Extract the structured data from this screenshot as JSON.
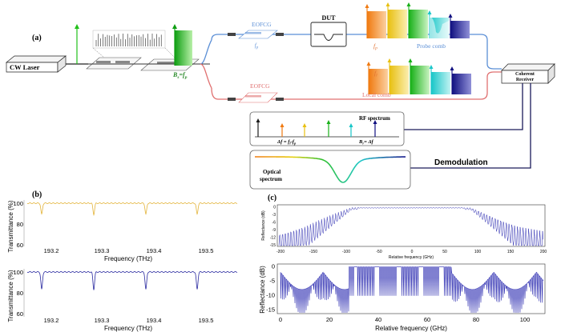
{
  "panel_a": {
    "label": "(a)",
    "cw_laser": "CW Laser",
    "bandwidth_eq": "B",
    "bandwidth_sub": "s",
    "bandwidth_rhs": "=f",
    "bandwidth_rhs_sub": "p",
    "eofcg_top": "EOFCG",
    "eofcg_bottom": "EOFCG",
    "dut": "DUT",
    "fp_label": "f",
    "fp_sub": "p",
    "fl_label": "f",
    "fl_sub": "l",
    "probe_comb": "Probe comb",
    "local_comb": "Local comb",
    "coherent_receiver_1": "Coherent",
    "coherent_receiver_2": "Receiver",
    "rf_spectrum": "RF spectrum",
    "delta_f_eq": "Δf = f",
    "delta_f_sub1": "l",
    "delta_f_mid": "-f",
    "delta_f_sub2": "p",
    "br_eq": "B",
    "br_sub": "r",
    "br_rhs": "= Δf",
    "demodulation": "Demodulation",
    "optical_1": "Optical",
    "optical_2": "spectrum",
    "colors": {
      "green": "#22c01a",
      "orange": "#f58a1e",
      "yellow": "#f2c81a",
      "cyan": "#2fd3d6",
      "navy": "#1a1a8c",
      "blue_path": "#5b8fd6",
      "red_path": "#e07070"
    }
  },
  "panel_b": {
    "label": "(b)",
    "top": {
      "ylabel": "Transmittance (%)",
      "xlabel": "Frequency (THz)",
      "yticks": [
        "100",
        "80",
        "60"
      ],
      "xticks": [
        "193.2",
        "193.3",
        "193.4",
        "193.5"
      ],
      "color": "#e3b43a"
    },
    "bottom": {
      "ylabel": "Transmittance (%)",
      "xlabel": "Frequency (THz)",
      "yticks": [
        "100",
        "80",
        "60"
      ],
      "xticks": [
        "193.2",
        "193.3",
        "193.4",
        "193.5"
      ],
      "color": "#2a2aa0"
    }
  },
  "panel_c": {
    "label": "(c)",
    "top": {
      "ylabel": "Reflectance (dB)",
      "xlabel": "Relative frequency (GHz)",
      "yticks": [
        "0",
        "-3",
        "-6",
        "-9",
        "-12",
        "-15"
      ],
      "xticks": [
        "-200",
        "-150",
        "-100",
        "-50",
        "0",
        "50",
        "100",
        "150",
        "200"
      ]
    },
    "bottom": {
      "ylabel": "Reflectance (dB)",
      "xlabel": "Relative frequency (GHz)",
      "yticks": [
        "0",
        "-5",
        "-10",
        "-15"
      ],
      "xticks": [
        "0",
        "20",
        "40",
        "60",
        "80",
        "100"
      ]
    },
    "color": "#2a2ab0"
  }
}
